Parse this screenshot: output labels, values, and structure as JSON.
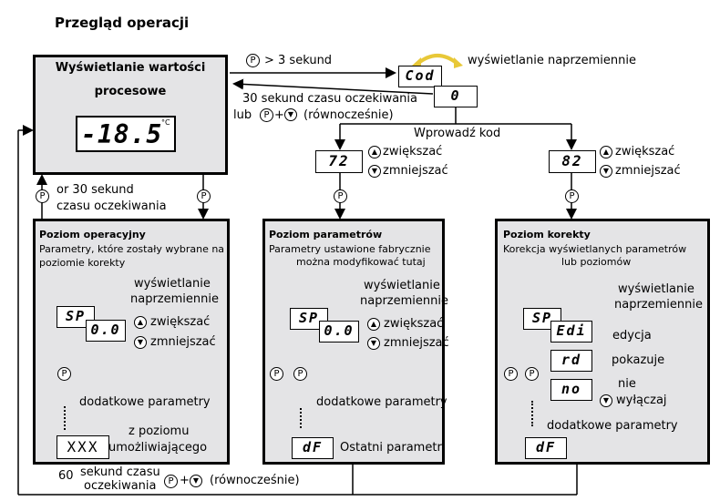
{
  "title": "Przegląd operacji",
  "top_box": {
    "line1": "Wyświetlanie wartości",
    "line2": "procesowe",
    "display_value": "-18.5",
    "unit": "°C"
  },
  "arrows": {
    "to_cod": "> 3 sekund",
    "back_line1": "30 sekund czasu oczekiwania",
    "back_line2_pre": "lub",
    "back_line2_post": "(równocześnie)",
    "left_wait_1": "or 30 sekund",
    "left_wait_2": "czasu oczekiwania",
    "bottom_wait_1": "60",
    "bottom_wait_2": "sekund czasu",
    "bottom_wait_3": "oczekiwania",
    "bottom_wait_4": "(równocześnie)"
  },
  "code": {
    "cod_display": "Cod",
    "zero_display": "0",
    "alternate": "wyświetlanie naprzemiennie",
    "enter_code": "Wprowadź kod",
    "left_code": "72",
    "right_code": "82",
    "increase": "zwiększać",
    "decrease": "zmniejszać"
  },
  "keys": {
    "p": "P",
    "up": "▲",
    "down": "▼",
    "plus": "+"
  },
  "panel_operational": {
    "heading": "Poziom operacyjny",
    "desc1": "Parametry, które zostały wybrane na",
    "desc2": "poziomie korekty",
    "alt1": "wyświetlanie",
    "alt2": "naprzemiennie",
    "sp": "SP",
    "val": "0.0",
    "increase": "zwiększać",
    "decrease": "zmniejszać",
    "more": "dodatkowe parametry",
    "xxx": "XXX",
    "from1": "z poziomu",
    "from2": "umożliwiającego"
  },
  "panel_params": {
    "heading": "Poziom parametrów",
    "desc1": "Parametry ustawione fabrycznie",
    "desc2": "można   modyfikować tutaj",
    "alt1": "wyświetlanie",
    "alt2": "naprzemiennie",
    "sp": "SP",
    "val": "0.0",
    "increase": "zwiększać",
    "decrease": "zmniejszać",
    "more": "dodatkowe parametry",
    "df": "dF",
    "last": "Ostatni parametr"
  },
  "panel_correction": {
    "heading": "Poziom korekty",
    "desc1": "Korekcja wyświetlanych parametrów",
    "desc2": "lub   poziomów",
    "alt1": "wyświetlanie",
    "alt2": "naprzemiennie",
    "sp": "SP",
    "edi": "Edi",
    "edit": "edycja",
    "rd": "rd",
    "show": "pokazuje",
    "no": "no",
    "not": "nie",
    "off": "wyłączaj",
    "more": "dodatkowe parametry",
    "df": "dF"
  },
  "colors": {
    "panel": "#e4e4e6",
    "arrow_yellow": "#f0d34a"
  }
}
